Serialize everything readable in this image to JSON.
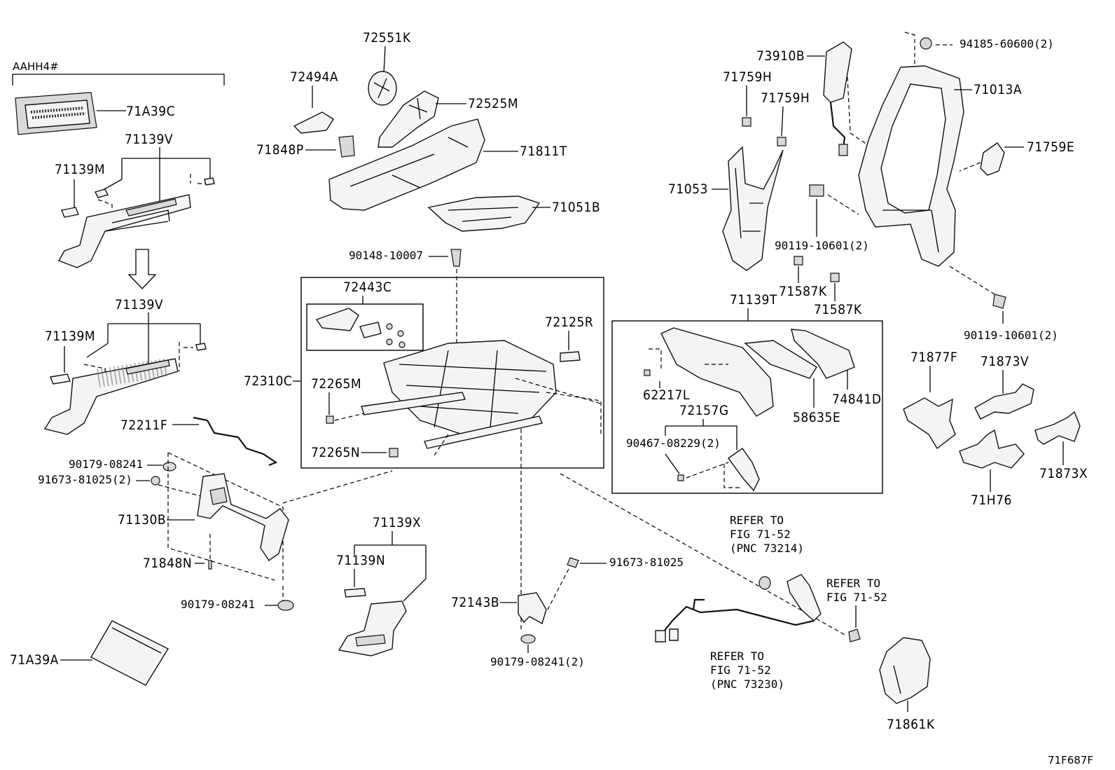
{
  "group_label": "AAHH4#",
  "figure_code": "71F687F",
  "parts": {
    "p71A39C": "71A39C",
    "p71139V_a": "71139V",
    "p71139M_a": "71139M",
    "p71139V_b": "71139V",
    "p71139M_b": "71139M",
    "p72211F": "72211F",
    "p90179_08241_a": "90179-08241",
    "p91673_81025_2": "91673-81025(2)",
    "p71130B": "71130B",
    "p71848N": "71848N",
    "p90179_08241_b": "90179-08241",
    "p71A39A": "71A39A",
    "p72551K": "72551K",
    "p72494A": "72494A",
    "p72525M": "72525M",
    "p71848P": "71848P",
    "p71811T": "71811T",
    "p71051B": "71051B",
    "p90148_10007": "90148-10007",
    "p72443C": "72443C",
    "p72125R": "72125R",
    "p72310C": "72310C",
    "p72265M": "72265M",
    "p72265N": "72265N",
    "p71139X": "71139X",
    "p71139N": "71139N",
    "p72143B": "72143B",
    "p91673_81025": "91673-81025",
    "p90179_08241_2": "90179-08241(2)",
    "p73910B": "73910B",
    "p71759H_a": "71759H",
    "p71759H_b": "71759H",
    "p71053": "71053",
    "p94185_60600_2": "94185-60600(2)",
    "p71013A": "71013A",
    "p71759E": "71759E",
    "p90119_10601_2a": "90119-10601(2)",
    "p71587K_a": "71587K",
    "p71587K_b": "71587K",
    "p71139T": "71139T",
    "p62217L": "62217L",
    "p72157G": "72157G",
    "p74841D": "74841D",
    "p58635E": "58635E",
    "p90467_08229_2": "90467-08229(2)",
    "p90119_10601_2b": "90119-10601(2)",
    "p71877F": "71877F",
    "p71873V": "71873V",
    "p71873X": "71873X",
    "p71H76": "71H76",
    "p71861K": "71861K"
  },
  "notes": {
    "ref1": [
      "REFER TO",
      "FIG 71-52",
      "(PNC 73214)"
    ],
    "ref2": [
      "REFER TO",
      "FIG 71-52"
    ],
    "ref3": [
      "REFER TO",
      "FIG 71-52",
      "(PNC 73230)"
    ]
  }
}
